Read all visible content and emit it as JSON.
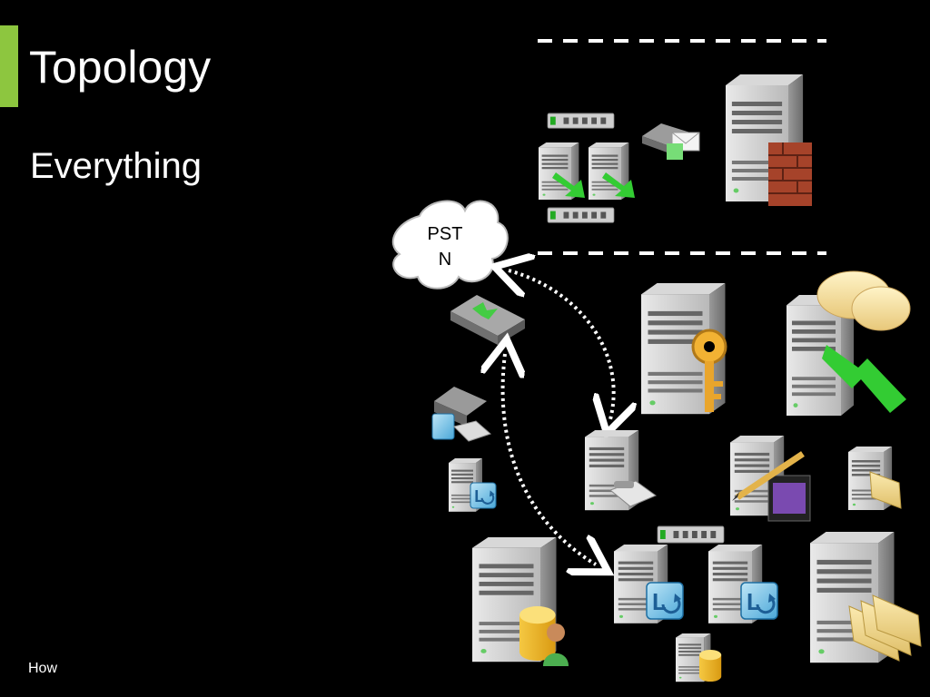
{
  "slide": {
    "title": "Topology",
    "subtitle": "Everything",
    "footer": "How",
    "accent_color": "#8dc63f"
  },
  "diagram": {
    "pstn_cloud": {
      "line1": "PST",
      "line2": "N"
    },
    "icons": [
      "switch-icon",
      "server-icon",
      "mail-gateway-icon",
      "firewall-server-icon",
      "router-icon",
      "key-server-icon",
      "chat-server-icon",
      "phone-server-icon",
      "media-server-icon",
      "file-server-icon",
      "database-server-icon",
      "lync-server-icon"
    ]
  }
}
